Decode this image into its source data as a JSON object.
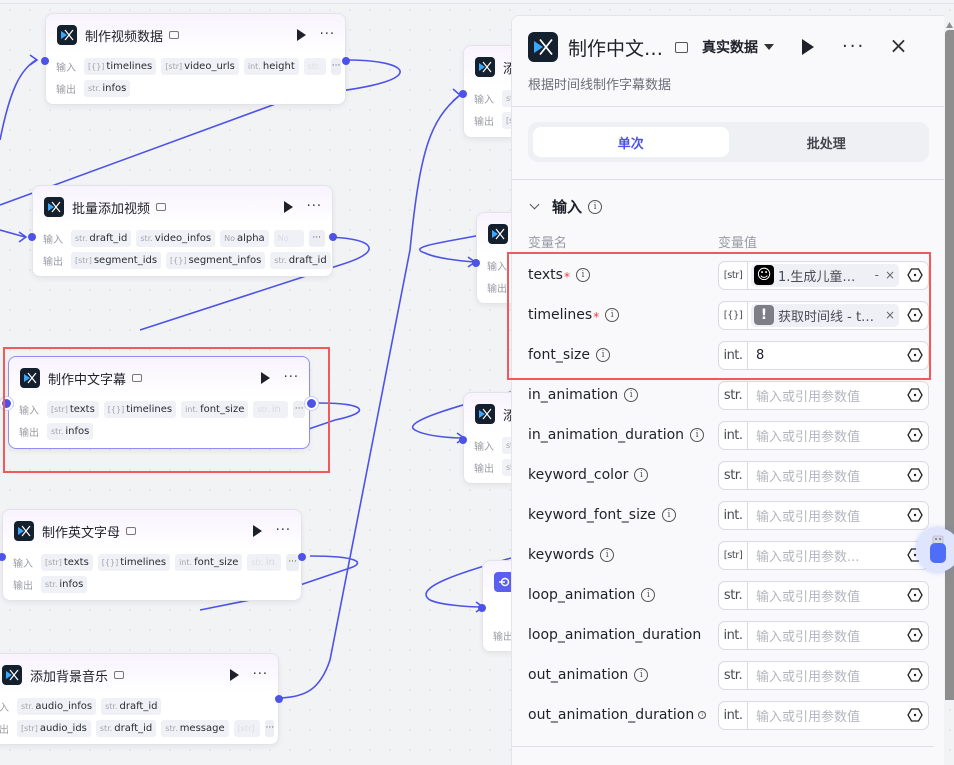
{
  "canvas": {
    "nodes": [
      {
        "id": "make-video-data",
        "title": "制作视频数据",
        "input_label": "输入",
        "output_label": "输出",
        "inputs": [
          {
            "type": "[{}]",
            "name": "timelines"
          },
          {
            "type": "[str]",
            "name": "video_urls"
          },
          {
            "type": "int.",
            "name": "height"
          },
          {
            "type": "str.",
            "name": ""
          }
        ],
        "outputs": [
          {
            "type": "str.",
            "name": "infos"
          }
        ]
      },
      {
        "id": "batch-add-video",
        "title": "批量添加视频",
        "input_label": "输入",
        "output_label": "输出",
        "inputs": [
          {
            "type": "str.",
            "name": "draft_id"
          },
          {
            "type": "str.",
            "name": "video_infos"
          },
          {
            "type": "No",
            "name": "alpha"
          },
          {
            "type": "No",
            "name": ""
          }
        ],
        "outputs": [
          {
            "type": "[str]",
            "name": "segment_ids"
          },
          {
            "type": "[{}]",
            "name": "segment_infos"
          },
          {
            "type": "str.",
            "name": "draft_id"
          }
        ]
      },
      {
        "id": "make-chinese-subtitles",
        "title": "制作中文字幕",
        "input_label": "输入",
        "output_label": "输出",
        "inputs": [
          {
            "type": "[str]",
            "name": "texts"
          },
          {
            "type": "[{}]",
            "name": "timelines"
          },
          {
            "type": "int.",
            "name": "font_size"
          },
          {
            "type": "str.",
            "name": "in"
          }
        ],
        "outputs": [
          {
            "type": "str.",
            "name": "infos"
          }
        ]
      },
      {
        "id": "make-english-subtitles",
        "title": "制作英文字母",
        "input_label": "输入",
        "output_label": "输出",
        "inputs": [
          {
            "type": "[str]",
            "name": "texts"
          },
          {
            "type": "[{}]",
            "name": "timelines"
          },
          {
            "type": "int.",
            "name": "font_size"
          },
          {
            "type": "str.",
            "name": "in"
          }
        ],
        "outputs": [
          {
            "type": "str.",
            "name": "infos"
          }
        ]
      },
      {
        "id": "add-bg-music",
        "title": "添加背景音乐",
        "input_label": "入",
        "output_label": "出",
        "inputs": [
          {
            "type": "str.",
            "name": "audio_infos"
          },
          {
            "type": "str.",
            "name": "draft_id"
          }
        ],
        "outputs": [
          {
            "type": "[str]",
            "name": "audio_ids"
          },
          {
            "type": "str.",
            "name": "draft_id"
          },
          {
            "type": "str.",
            "name": "message"
          },
          {
            "type": "[str]",
            "name": ""
          }
        ]
      },
      {
        "id": "partial-node-1",
        "title": "添",
        "input_label": "输入",
        "output_label": "输出",
        "inputs": [
          {
            "type": "st",
            "name": ""
          }
        ],
        "outputs": [
          {
            "type": "[st",
            "name": ""
          }
        ]
      },
      {
        "id": "partial-node-2",
        "title": "",
        "input_label": "输入",
        "output_label": "输出"
      },
      {
        "id": "partial-node-3",
        "title": "添",
        "input_label": "输入",
        "output_label": "输出",
        "inputs": [
          {
            "type": "st",
            "name": ""
          }
        ],
        "outputs": [
          {
            "type": "st",
            "name": ""
          }
        ]
      },
      {
        "id": "partial-node-4",
        "title": "",
        "output_label": "输出"
      }
    ],
    "more_glyph": "···"
  },
  "panel": {
    "title": "制作中文…",
    "data_mode": "真实数据",
    "description": "根据时间线制作字幕数据",
    "tabs": [
      {
        "label": "单次",
        "active": true
      },
      {
        "label": "批处理",
        "active": false
      }
    ],
    "section_title": "输入",
    "col_name": "变量名",
    "col_value": "变量值",
    "params": [
      {
        "name": "texts",
        "required": true,
        "type": "[str]",
        "kind": "ref",
        "ref_text": "1.生成儿童…",
        "ref_suffix": "-",
        "ref_icon_color": "#000000"
      },
      {
        "name": "timelines",
        "required": true,
        "type": "[{}]",
        "kind": "ref",
        "ref_text": "获取时间线 - t…",
        "ref_icon_color": "#7d7e86"
      },
      {
        "name": "font_size",
        "required": false,
        "type": "int.",
        "kind": "value",
        "value": "8"
      },
      {
        "name": "in_animation",
        "required": false,
        "type": "str.",
        "kind": "placeholder",
        "placeholder": "输入或引用参数值"
      },
      {
        "name": "in_animation_duration",
        "required": false,
        "type": "int.",
        "kind": "placeholder",
        "placeholder": "输入或引用参数值"
      },
      {
        "name": "keyword_color",
        "required": false,
        "type": "str.",
        "kind": "placeholder",
        "placeholder": "输入或引用参数值"
      },
      {
        "name": "keyword_font_size",
        "required": false,
        "type": "int.",
        "kind": "placeholder",
        "placeholder": "输入或引用参数值"
      },
      {
        "name": "keywords",
        "required": false,
        "type": "[str]",
        "kind": "placeholder",
        "placeholder": "输入或引用参数..."
      },
      {
        "name": "loop_animation",
        "required": false,
        "type": "str.",
        "kind": "placeholder",
        "placeholder": "输入或引用参数值"
      },
      {
        "name": "loop_animation_duration",
        "required": false,
        "type": "int.",
        "kind": "placeholder",
        "placeholder": "输入或引用参数值"
      },
      {
        "name": "out_animation",
        "required": false,
        "type": "str.",
        "kind": "placeholder",
        "placeholder": "输入或引用参数值"
      },
      {
        "name": "out_animation_duration",
        "required": false,
        "type": "int.",
        "kind": "placeholder",
        "placeholder": "输入或引用参数值"
      }
    ],
    "required_mark": "*",
    "clear_glyph": "×"
  },
  "colors": {
    "accent": "#4d53e8",
    "highlight": "#f05a5a",
    "required": "#f03b3b"
  }
}
